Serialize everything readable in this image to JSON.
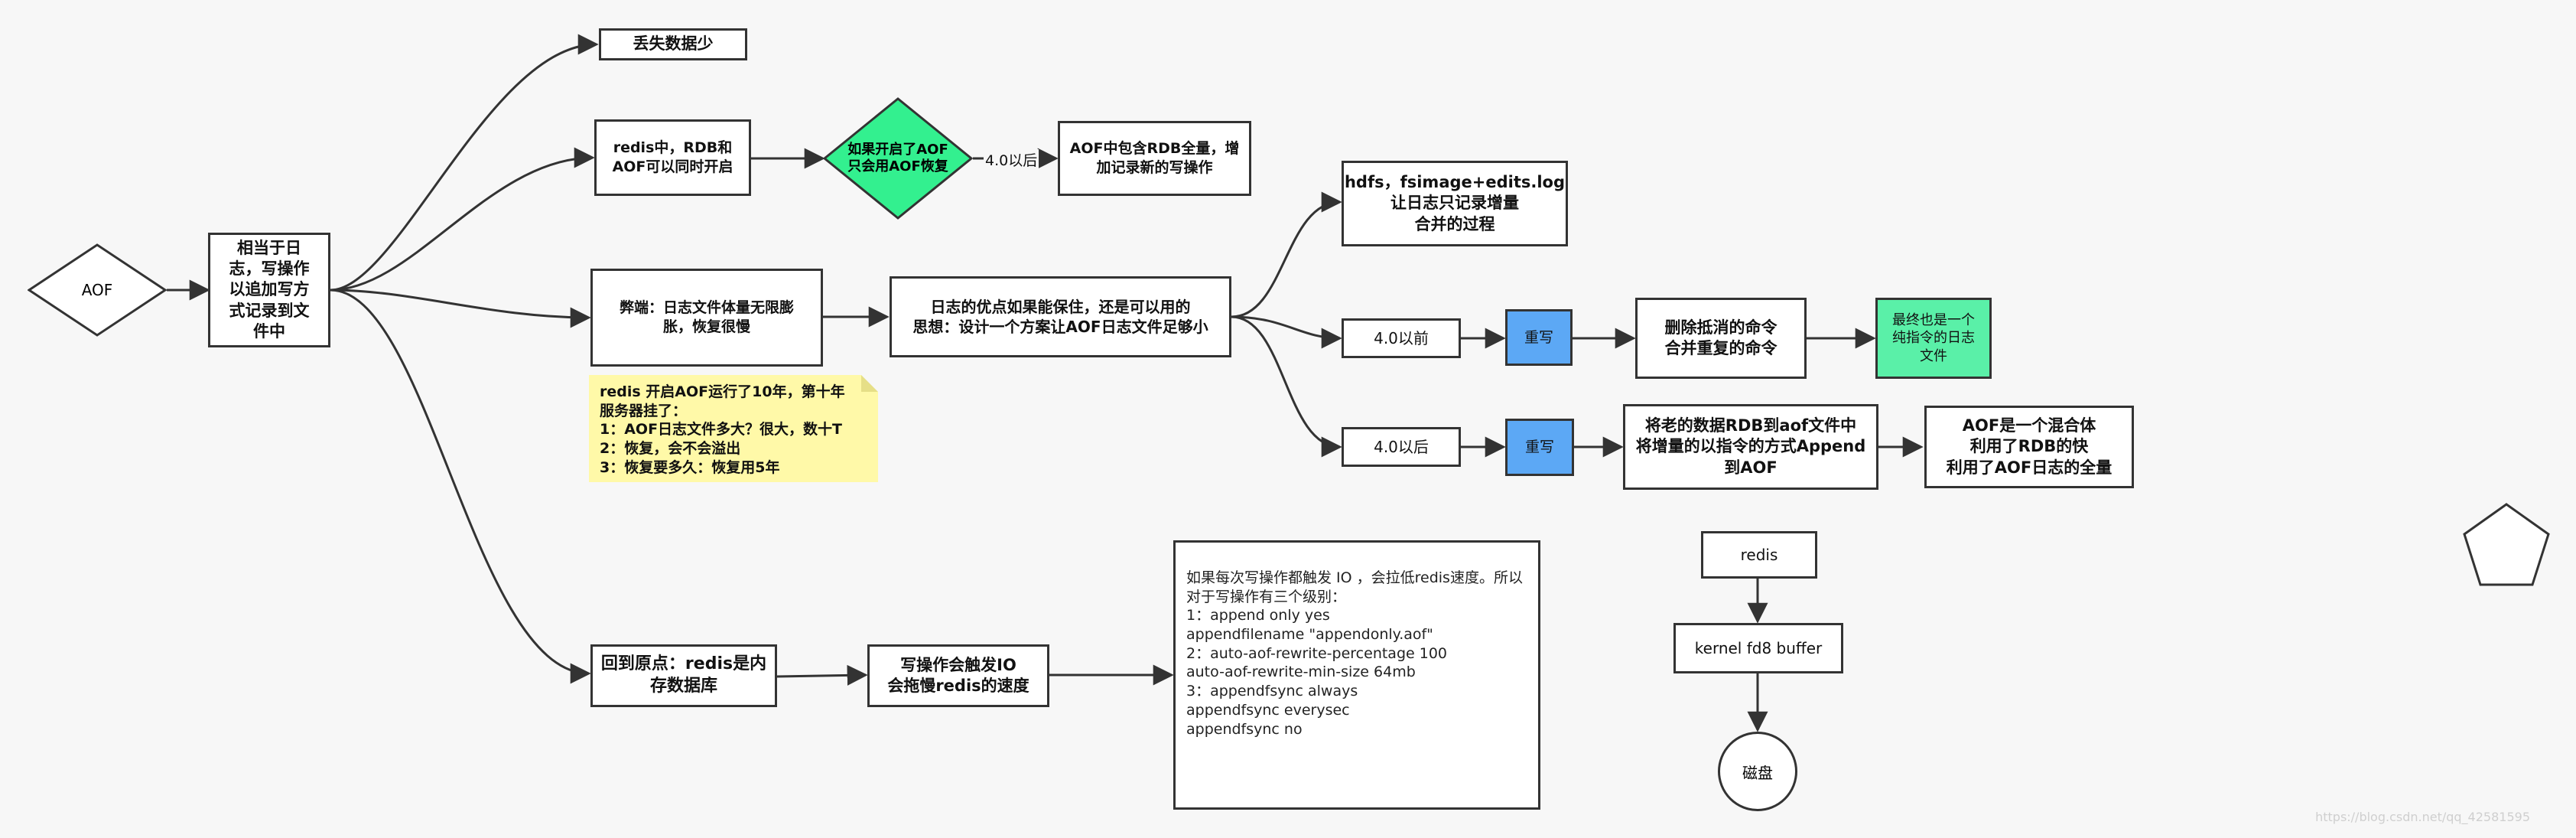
{
  "colors": {
    "diamond_green": "#33f08f",
    "rewrite_blue": "#5ca8f5",
    "result_green": "#5af0a8",
    "note_yellow": "#fff9a8",
    "stroke": "#333333"
  },
  "nodes": {
    "aof": "AOF",
    "relative_log": "相当于日\n志，写操作\n以追加写方\n式记录到文\n件中",
    "lose_less": "丢失数据少",
    "rdb_aof_both": "redis中，RDB和\nAOF可以同时开启",
    "aof_only_decision": "如果开启了AOF\n只会用AOF恢复",
    "aof_contains_rdb": "AOF中包含RDB全量，增\n加记录新的写操作",
    "drawback": "弊端：日志文件体量无限膨\n胀，恢复很慢",
    "log_advantage": "日志的优点如果能保住，还是可以用的\n思想：设计一个方案让AOF日志文件足够小",
    "hdfs": "hdfs，fsimage+edits.log\n让日志只记录增量\n合并的过程",
    "before40": "4.0以前",
    "rewrite1": "重写",
    "delete_merge": "删除抵消的命令\n合并重复的命令",
    "pure_cmd": "最终也是一个\n纯指令的日志\n文件",
    "after40": "4.0以后",
    "rewrite2": "重写",
    "rdb_to_aof": "将老的数据RDB到aof文件中\n将增量的以指令的方式Append\n到AOF",
    "hybrid": "AOF是一个混合体\n利用了RDB的快\n利用了AOF日志的全量",
    "back_origin": "回到原点：redis是内\n存数据库",
    "write_io": "写操作会触发IO\n会拖慢redis的速度",
    "redis": "redis",
    "kernel": "kernel  fd8 buffer",
    "disk": "磁盘"
  },
  "edge_labels": {
    "after40_edge": "4.0以后"
  },
  "note": {
    "lines": [
      "redis 开启AOF运行了10年，第十年",
      "服务器挂了：",
      "1：AOF日志文件多大？很大，数十T",
      "2：恢复，会不会溢出",
      "3：恢复要多久：恢复用5年"
    ]
  },
  "config": {
    "lines": [
      "如果每次写操作都触发 IO ，会拉低redis速度。所以",
      "对于写操作有三个级别：",
      "",
      "1：append only yes",
      "appendfilename \"appendonly.aof\"",
      "",
      "2：auto-aof-rewrite-percentage 100",
      "auto-aof-rewrite-min-size 64mb",
      "",
      "3：appendfsync always",
      "appendfsync everysec",
      "appendfsync no"
    ]
  },
  "watermark": "https://blog.csdn.net/qq_42581595"
}
